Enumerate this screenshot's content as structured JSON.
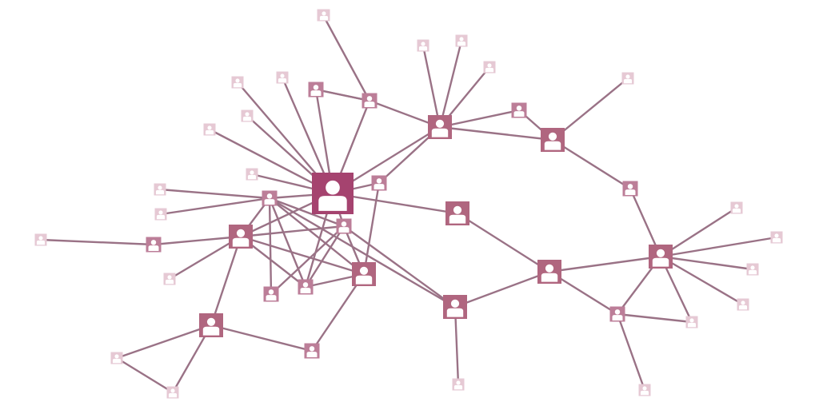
{
  "graph": {
    "icon": "person-avatar-icon",
    "colors": {
      "background": "#ffffff",
      "edge": "#9a7286",
      "tier1": "#a5436f",
      "tier2": "#b0667f",
      "tier3": "#bc7e98",
      "tier4": "#e6c9d4",
      "figure": "#ffffff"
    },
    "nodes": [
      {
        "id": "hub",
        "tier": 1
      },
      {
        "id": "n-a",
        "tier": 2
      },
      {
        "id": "n-b",
        "tier": 2
      },
      {
        "id": "n-c",
        "tier": 2
      },
      {
        "id": "n-d",
        "tier": 2
      },
      {
        "id": "n-e",
        "tier": 2
      },
      {
        "id": "n-f",
        "tier": 2
      },
      {
        "id": "n-g",
        "tier": 2
      },
      {
        "id": "n-h",
        "tier": 2
      },
      {
        "id": "n-i",
        "tier": 2
      },
      {
        "id": "n-j",
        "tier": 3
      },
      {
        "id": "n-k",
        "tier": 3
      },
      {
        "id": "n-l",
        "tier": 3
      },
      {
        "id": "n-m",
        "tier": 3
      },
      {
        "id": "n-n",
        "tier": 3
      },
      {
        "id": "n-o",
        "tier": 3
      },
      {
        "id": "n-p",
        "tier": 3
      },
      {
        "id": "n-q",
        "tier": 3
      },
      {
        "id": "n-r",
        "tier": 3
      },
      {
        "id": "n-s",
        "tier": 3
      },
      {
        "id": "n-t",
        "tier": 3
      },
      {
        "id": "n-u",
        "tier": 3
      },
      {
        "id": "l01",
        "tier": 4
      },
      {
        "id": "l02",
        "tier": 4
      },
      {
        "id": "l03",
        "tier": 4
      },
      {
        "id": "l04",
        "tier": 4
      },
      {
        "id": "l05",
        "tier": 4
      },
      {
        "id": "l06",
        "tier": 4
      },
      {
        "id": "l07",
        "tier": 4
      },
      {
        "id": "l08",
        "tier": 4
      },
      {
        "id": "l09",
        "tier": 4
      },
      {
        "id": "l10",
        "tier": 4
      },
      {
        "id": "l11",
        "tier": 4
      },
      {
        "id": "l12",
        "tier": 4
      },
      {
        "id": "l13",
        "tier": 4
      },
      {
        "id": "l14",
        "tier": 4
      },
      {
        "id": "l15",
        "tier": 4
      },
      {
        "id": "l16",
        "tier": 4
      },
      {
        "id": "l17",
        "tier": 4
      },
      {
        "id": "l18",
        "tier": 4
      },
      {
        "id": "l19",
        "tier": 4
      },
      {
        "id": "l20",
        "tier": 4
      },
      {
        "id": "l21",
        "tier": 4
      },
      {
        "id": "l22",
        "tier": 4
      },
      {
        "id": "l23",
        "tier": 4
      },
      {
        "id": "l24",
        "tier": 4
      }
    ],
    "edges": [
      [
        "hub",
        "l01"
      ],
      [
        "hub",
        "l02"
      ],
      [
        "hub",
        "l03"
      ],
      [
        "hub",
        "l04"
      ],
      [
        "hub",
        "n-l"
      ],
      [
        "hub",
        "n-j"
      ],
      [
        "hub",
        "n-k"
      ],
      [
        "hub",
        "n-a"
      ],
      [
        "hub",
        "n-b"
      ],
      [
        "hub",
        "n-c"
      ],
      [
        "hub",
        "n-m"
      ],
      [
        "hub",
        "n-d"
      ],
      [
        "hub",
        "n-e"
      ],
      [
        "hub",
        "n-f"
      ],
      [
        "hub",
        "l05"
      ],
      [
        "n-l",
        "l06"
      ],
      [
        "n-l",
        "n-a"
      ],
      [
        "n-a",
        "l07"
      ],
      [
        "n-a",
        "l08"
      ],
      [
        "n-a",
        "l09"
      ],
      [
        "n-a",
        "n-g"
      ],
      [
        "n-a",
        "n-m"
      ],
      [
        "n-m",
        "n-h"
      ],
      [
        "n-m",
        "l10"
      ],
      [
        "n-j",
        "l11"
      ],
      [
        "n-j",
        "n-b"
      ],
      [
        "n-j",
        "n-p"
      ],
      [
        "n-j",
        "n-o"
      ],
      [
        "n-j",
        "n-e"
      ],
      [
        "n-j",
        "n-f"
      ],
      [
        "n-k",
        "n-b"
      ],
      [
        "n-k",
        "n-o"
      ],
      [
        "n-k",
        "n-p"
      ],
      [
        "n-k",
        "n-e"
      ],
      [
        "n-k",
        "l12"
      ],
      [
        "n-b",
        "l13"
      ],
      [
        "n-b",
        "n-n"
      ],
      [
        "n-b",
        "l14"
      ],
      [
        "n-b",
        "n-c"
      ],
      [
        "n-b",
        "n-o"
      ],
      [
        "n-b",
        "n-e"
      ],
      [
        "n-n",
        "l15"
      ],
      [
        "n-c",
        "n-q"
      ],
      [
        "n-c",
        "l16"
      ],
      [
        "n-c",
        "l17"
      ],
      [
        "n-q",
        "l18"
      ],
      [
        "n-q",
        "n-r"
      ],
      [
        "n-e",
        "n-s"
      ],
      [
        "n-e",
        "n-g"
      ],
      [
        "n-f",
        "n-g"
      ],
      [
        "n-f",
        "l19"
      ],
      [
        "n-g",
        "n-h"
      ],
      [
        "n-h",
        "n-i"
      ],
      [
        "n-h",
        "n-t"
      ],
      [
        "n-i",
        "n-r"
      ],
      [
        "n-i",
        "l20"
      ],
      [
        "n-i",
        "l21"
      ],
      [
        "n-i",
        "l22"
      ],
      [
        "n-i",
        "l23"
      ],
      [
        "n-i",
        "n-u"
      ],
      [
        "n-i",
        "n-t"
      ],
      [
        "n-t",
        "n-u"
      ],
      [
        "n-t",
        "l24"
      ],
      [
        "n-s",
        "l16"
      ],
      [
        "n-s",
        "l17"
      ]
    ]
  }
}
